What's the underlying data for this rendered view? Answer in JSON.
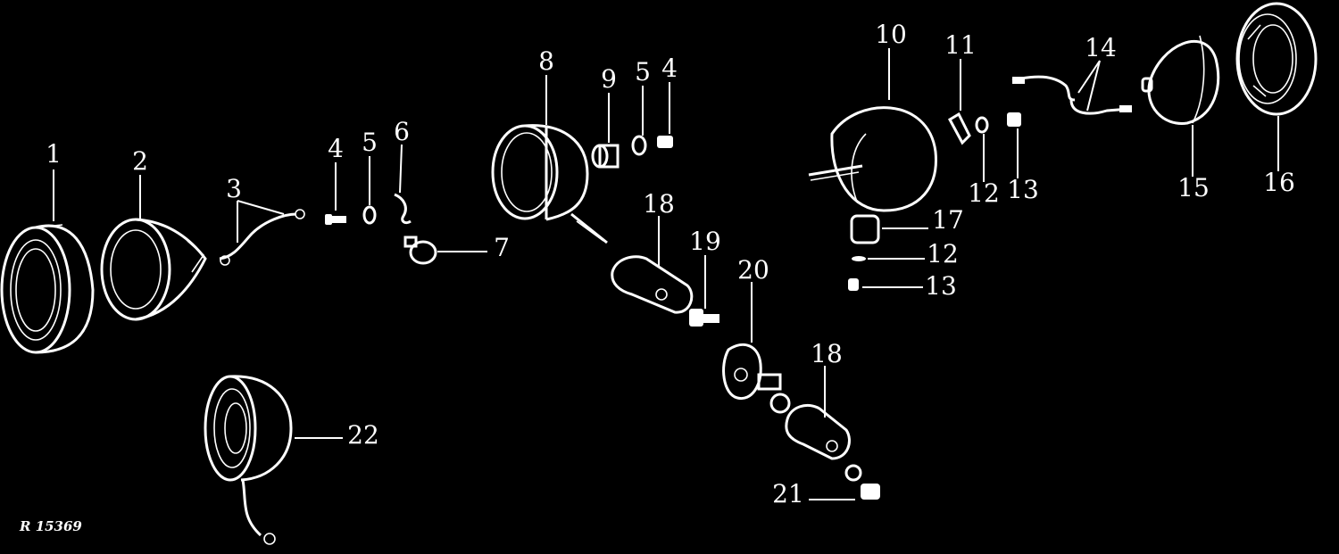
{
  "diagram": {
    "reference": "R 15369",
    "callouts": [
      "1",
      "2",
      "3",
      "4",
      "5",
      "6",
      "7",
      "8",
      "9",
      "5",
      "4",
      "18",
      "19",
      "20",
      "18",
      "21",
      "22",
      "10",
      "11",
      "12",
      "13",
      "14",
      "15",
      "16",
      "17",
      "12",
      "13"
    ],
    "colors": {
      "background": "#000000",
      "ink": "#ffffff"
    }
  }
}
